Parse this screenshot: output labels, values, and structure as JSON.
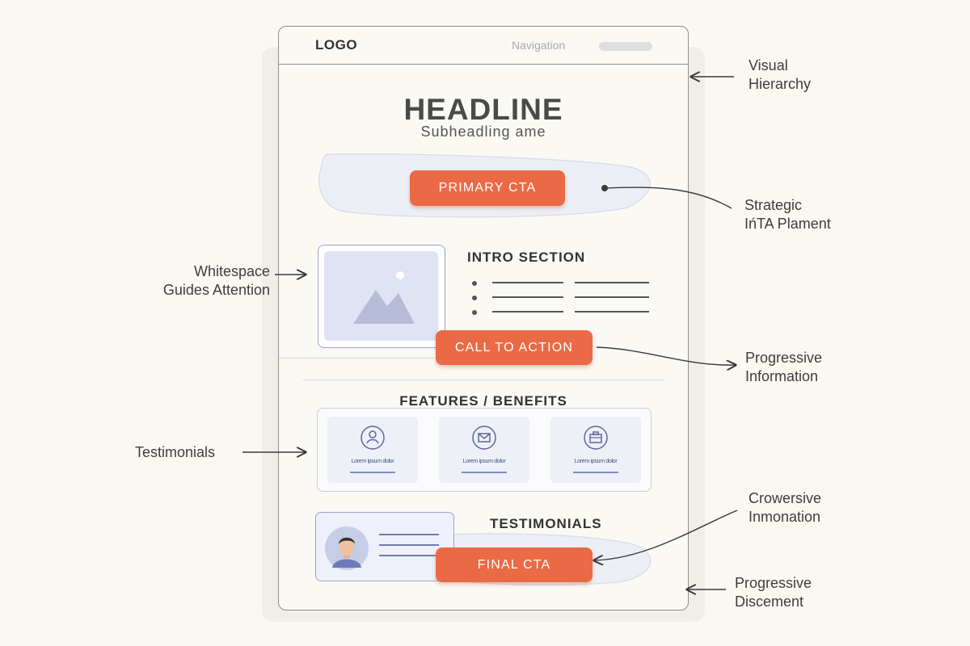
{
  "wireframe": {
    "logo": "LOGO",
    "nav": "Navigation",
    "headline": "HEADLINE",
    "subheadline": "Subheadling ame",
    "primary_cta": "PRIMARY CTA",
    "intro_title": "INTRO SECTION",
    "mid_cta": "CALL TO ACTION",
    "features_title": "FEATURES / BENEFITS",
    "feature_cards": [
      {
        "icon": "user-icon",
        "label": "Lorem ipsum dolor"
      },
      {
        "icon": "mail-icon",
        "label": "Lorem ipsum dolor"
      },
      {
        "icon": "briefcase-icon",
        "label": "Lorem ipsum dolor"
      }
    ],
    "testimonials_title": "TESTIMONIALS",
    "final_cta": "FINAL CTA"
  },
  "annotations": {
    "visual_hierarchy": [
      "Visual",
      "Hierarchy"
    ],
    "strategic_cta": [
      "Strategic",
      "IńTA Plament"
    ],
    "whitespace": [
      "Whitespace",
      "Guides Attention"
    ],
    "progressive_information": [
      "Progressive",
      "Information"
    ],
    "testimonials": "Testimonials",
    "conversive_information": [
      "Crowersive",
      "Inmonation"
    ],
    "progressive_discement": [
      "Progressive",
      "Discement"
    ]
  },
  "colors": {
    "cta": "#ea6a45",
    "accent": "#7f8bc0",
    "frame": "#8e8e8e",
    "background": "#fbf8f2"
  }
}
